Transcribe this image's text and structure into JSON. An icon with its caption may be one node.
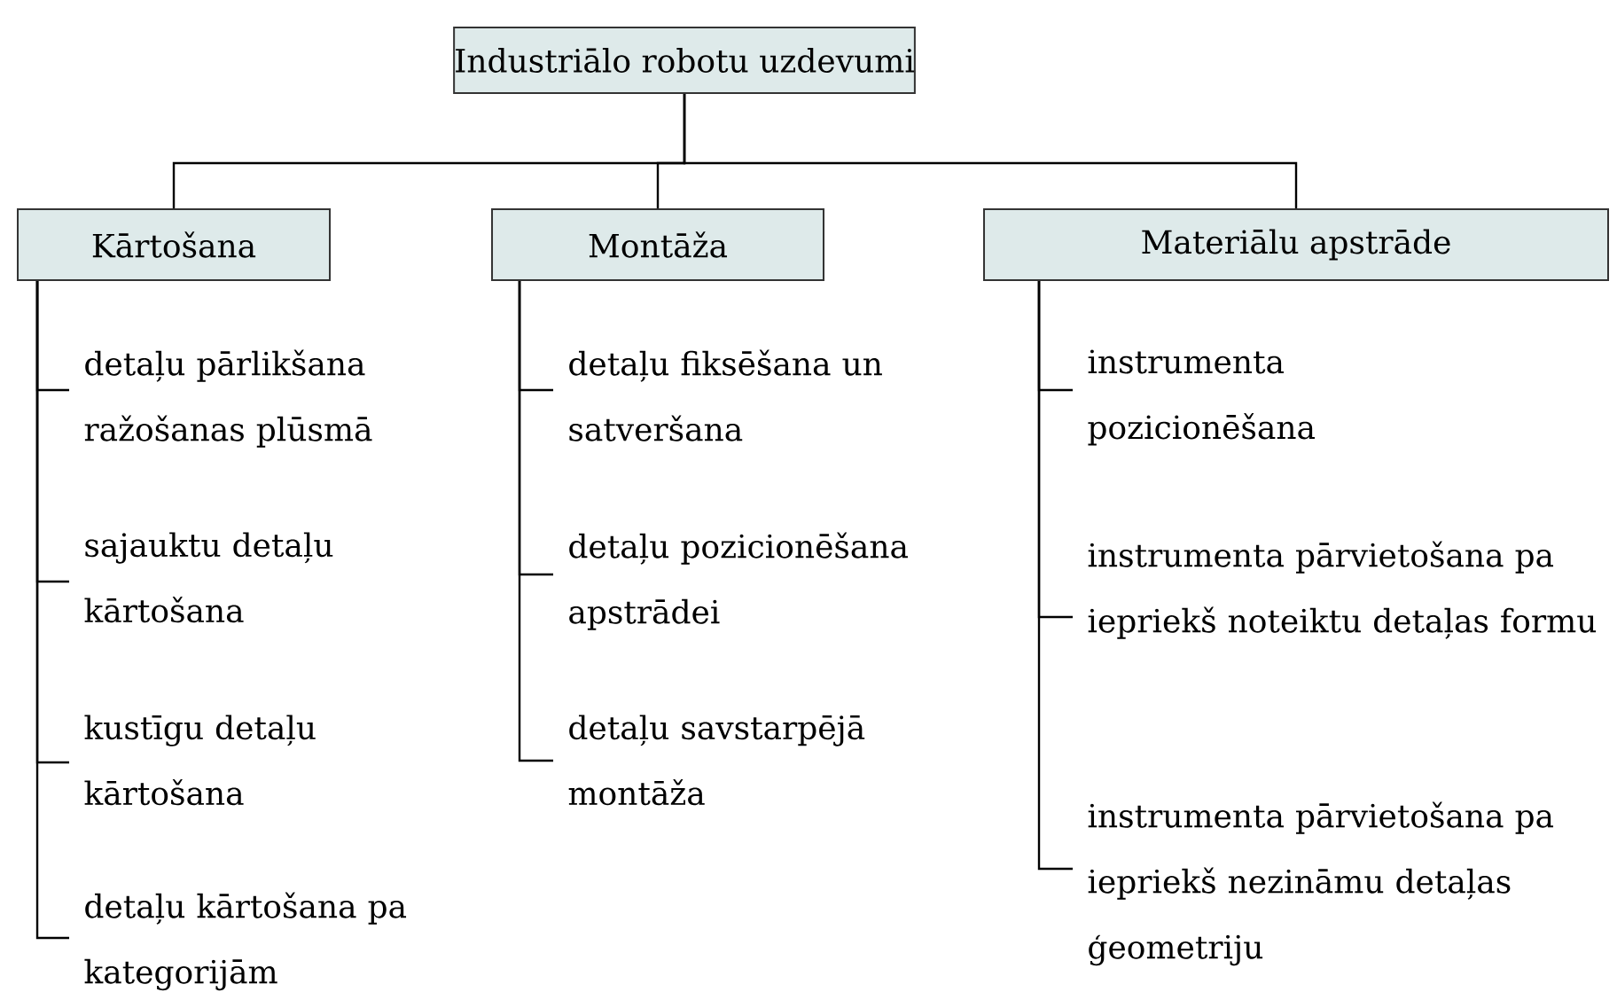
{
  "diagram": {
    "nodes": [
      {
        "text": [
          "Industriālo robotu uzdevumi"
        ]
      },
      {
        "text": [
          "Kārtošana"
        ]
      },
      {
        "text": [
          "Montāža"
        ]
      },
      {
        "text": [
          "Materiālu apstrāde"
        ]
      },
      {
        "text": [
          "detaļu pārlikšana ražošanas plūsmā"
        ]
      },
      {
        "text": [
          "sajauktu detaļu kārtošana"
        ]
      },
      {
        "text": [
          "kustīgu detaļu kārtošana"
        ]
      },
      {
        "text": [
          "detaļu kārtošana pa kategorijām"
        ]
      },
      {
        "text": [
          "detaļu fiksēšana un satveršana"
        ]
      },
      {
        "text": [
          "detaļu pozicionēšana apstrādei"
        ]
      },
      {
        "text": [
          "detaļu savstarpējā montāža"
        ]
      },
      {
        "text": [
          "instrumenta pozicionēšana"
        ]
      },
      {
        "text": [
          "instrumenta pārvietošana pa iepriekš noteiktu detaļas formu"
        ]
      },
      {
        "text": [
          "instrumenta pārvietošana pa iepriekš nezināmu detaļas ģeometriju"
        ]
      }
    ],
    "edges": [
      {
        "from": 0,
        "to": 1,
        "arrow": "none"
      },
      {
        "from": 0,
        "to": 2,
        "arrow": "none"
      },
      {
        "from": 0,
        "to": 3,
        "arrow": "none"
      },
      {
        "from": 1,
        "to": 4,
        "arrow": "none"
      },
      {
        "from": 1,
        "to": 5,
        "arrow": "none"
      },
      {
        "from": 1,
        "to": 6,
        "arrow": "none"
      },
      {
        "from": 1,
        "to": 7,
        "arrow": "none"
      },
      {
        "from": 2,
        "to": 8,
        "arrow": "none"
      },
      {
        "from": 2,
        "to": 9,
        "arrow": "none"
      },
      {
        "from": 2,
        "to": 10,
        "arrow": "none"
      },
      {
        "from": 3,
        "to": 11,
        "arrow": "none"
      },
      {
        "from": 3,
        "to": 12,
        "arrow": "none"
      },
      {
        "from": 3,
        "to": 13,
        "arrow": "none"
      }
    ]
  }
}
